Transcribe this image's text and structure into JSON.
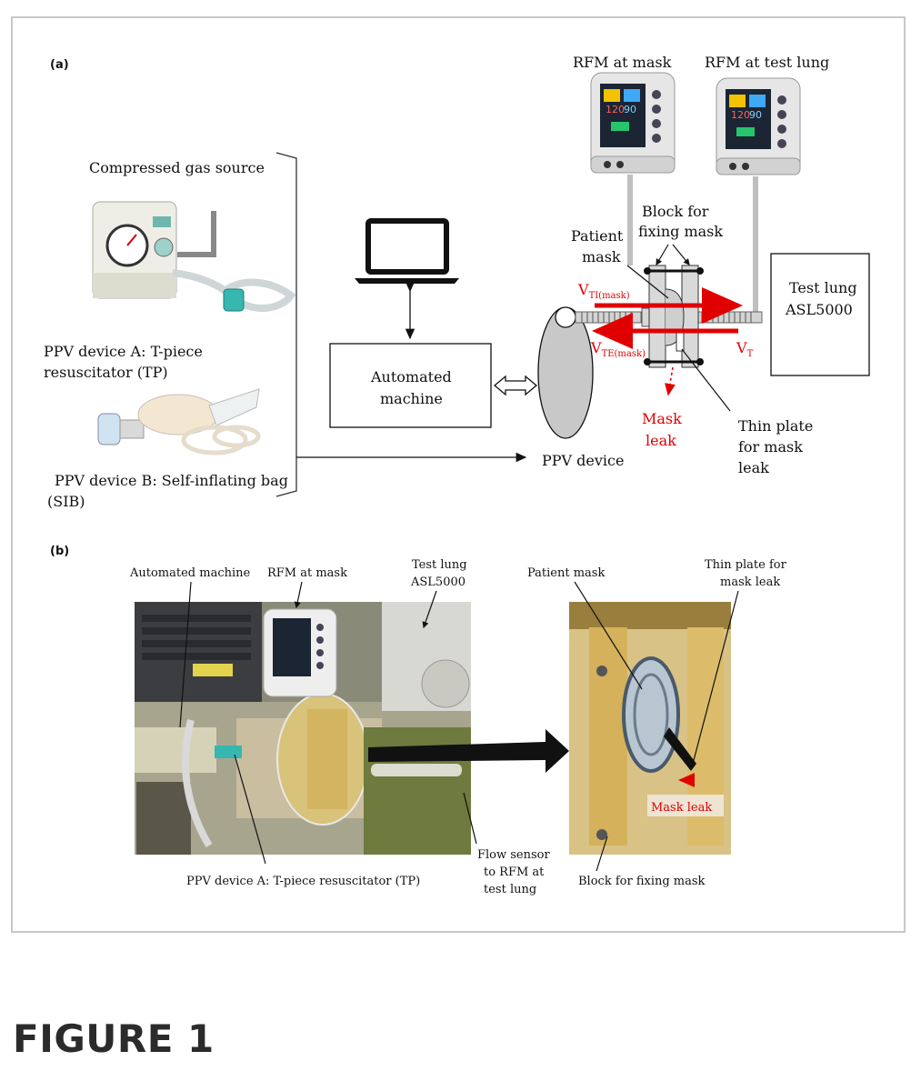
{
  "figure_title": "FIGURE 1",
  "panel_a": {
    "label": "(a)",
    "rfm_mask": "RFM at mask",
    "rfm_test_lung": "RFM at test lung",
    "compressed_gas": "Compressed gas source",
    "block_fixing_1": "Block for",
    "block_fixing_2": "fixing mask",
    "patient_mask_1": "Patient",
    "patient_mask_2": "mask",
    "test_lung_1": "Test lung",
    "test_lung_2": "ASL5000",
    "vti": "V",
    "vti_sub": "TI(mask)",
    "vte": "V",
    "vte_sub": "TE(mask)",
    "vt": "V",
    "vt_sub": "T",
    "device_a_1": "PPV device A: T-piece",
    "device_a_2": "resuscitator (TP)",
    "automated_1": "Automated",
    "automated_2": "machine",
    "mask_leak_1": "Mask",
    "mask_leak_2": "leak",
    "thin_plate_1": "Thin plate",
    "thin_plate_2": "for mask",
    "thin_plate_3": "leak",
    "ppv_device": "PPV device",
    "device_b_1": "PPV device B: Self-inflating bag",
    "device_b_2": "(SIB)",
    "monitor_val_1": "120",
    "monitor_val_2": "90"
  },
  "panel_b": {
    "label": "(b)",
    "automated_machine": "Automated machine",
    "rfm_mask": "RFM at mask",
    "test_lung_1": "Test lung",
    "test_lung_2": "ASL5000",
    "patient_mask": "Patient mask",
    "thin_plate_1": "Thin plate for",
    "thin_plate_2": "mask leak",
    "mask_leak": "Mask leak",
    "device_a": "PPV device A: T-piece resuscitator (TP)",
    "flow_sensor_1": "Flow sensor",
    "flow_sensor_2": "to RFM at",
    "flow_sensor_3": "test lung",
    "block_fixing": "Block for fixing mask"
  },
  "colors": {
    "accent_red": "#e00000",
    "gold_block": "#c9a64a",
    "frame_border": "#c8c8c8"
  }
}
